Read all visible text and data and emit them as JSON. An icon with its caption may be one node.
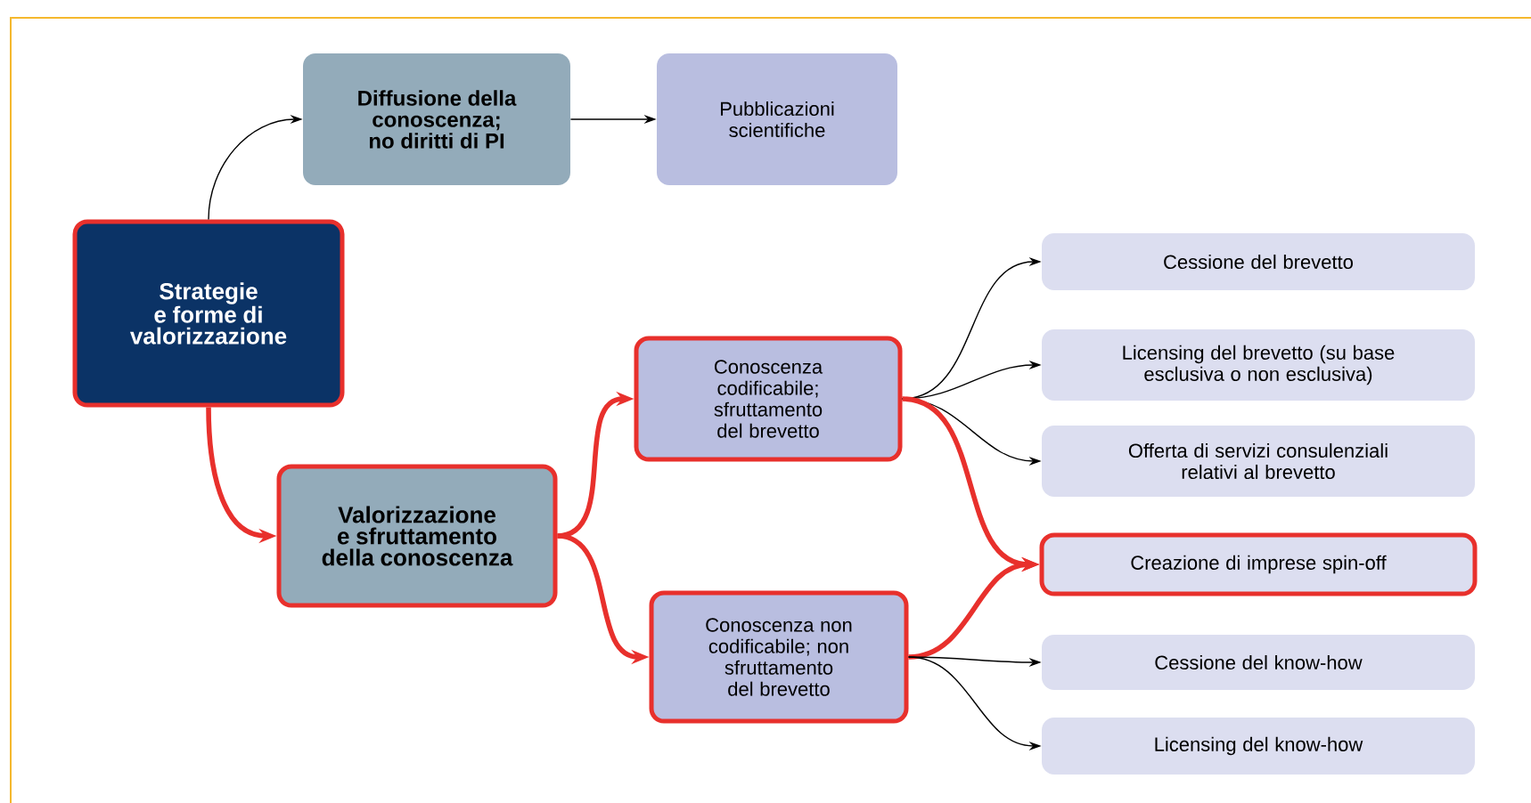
{
  "diagram": {
    "nodes": [
      {
        "text": [
          "Strategie e forme di valorizzazione"
        ]
      },
      {
        "text": [
          "Diffusione della conoscenza; no diritti di PI"
        ]
      },
      {
        "text": [
          "Pubblicazioni scientifiche"
        ]
      },
      {
        "text": [
          "Valorizzazione e sfruttamento della conoscenza"
        ]
      },
      {
        "text": [
          "Conoscenza codificabile; sfruttamento del brevetto"
        ]
      },
      {
        "text": [
          "Conoscenza non codificabile; non sfruttamento del brevetto"
        ]
      },
      {
        "text": [
          "Cessione del brevetto"
        ]
      },
      {
        "text": [
          "Licensing del brevetto (su base esclusiva o non esclusiva)"
        ]
      },
      {
        "text": [
          "Offerta di servizi consulenziali relativi al brevetto"
        ]
      },
      {
        "text": [
          "Creazione di imprese spin-off"
        ]
      },
      {
        "text": [
          "Cessione del know-how"
        ]
      },
      {
        "text": [
          "Licensing del know-how"
        ]
      }
    ],
    "edges": [
      {
        "from": 0,
        "to": 1,
        "arrow": "to"
      },
      {
        "from": 1,
        "to": 2,
        "arrow": "to"
      },
      {
        "from": 0,
        "to": 3,
        "arrow": "to",
        "style": "thick",
        "color": "#e8302c"
      },
      {
        "from": 3,
        "to": 4,
        "arrow": "to",
        "style": "thick",
        "color": "#e8302c"
      },
      {
        "from": 3,
        "to": 5,
        "arrow": "to",
        "style": "thick",
        "color": "#e8302c"
      },
      {
        "from": 4,
        "to": 6,
        "arrow": "to"
      },
      {
        "from": 4,
        "to": 7,
        "arrow": "to"
      },
      {
        "from": 4,
        "to": 8,
        "arrow": "to"
      },
      {
        "from": 4,
        "to": 9,
        "arrow": "to",
        "style": "thick",
        "color": "#e8302c"
      },
      {
        "from": 5,
        "to": 9,
        "arrow": "to",
        "style": "thick",
        "color": "#e8302c"
      },
      {
        "from": 5,
        "to": 10,
        "arrow": "to"
      },
      {
        "from": 5,
        "to": 11,
        "arrow": "to"
      }
    ]
  }
}
